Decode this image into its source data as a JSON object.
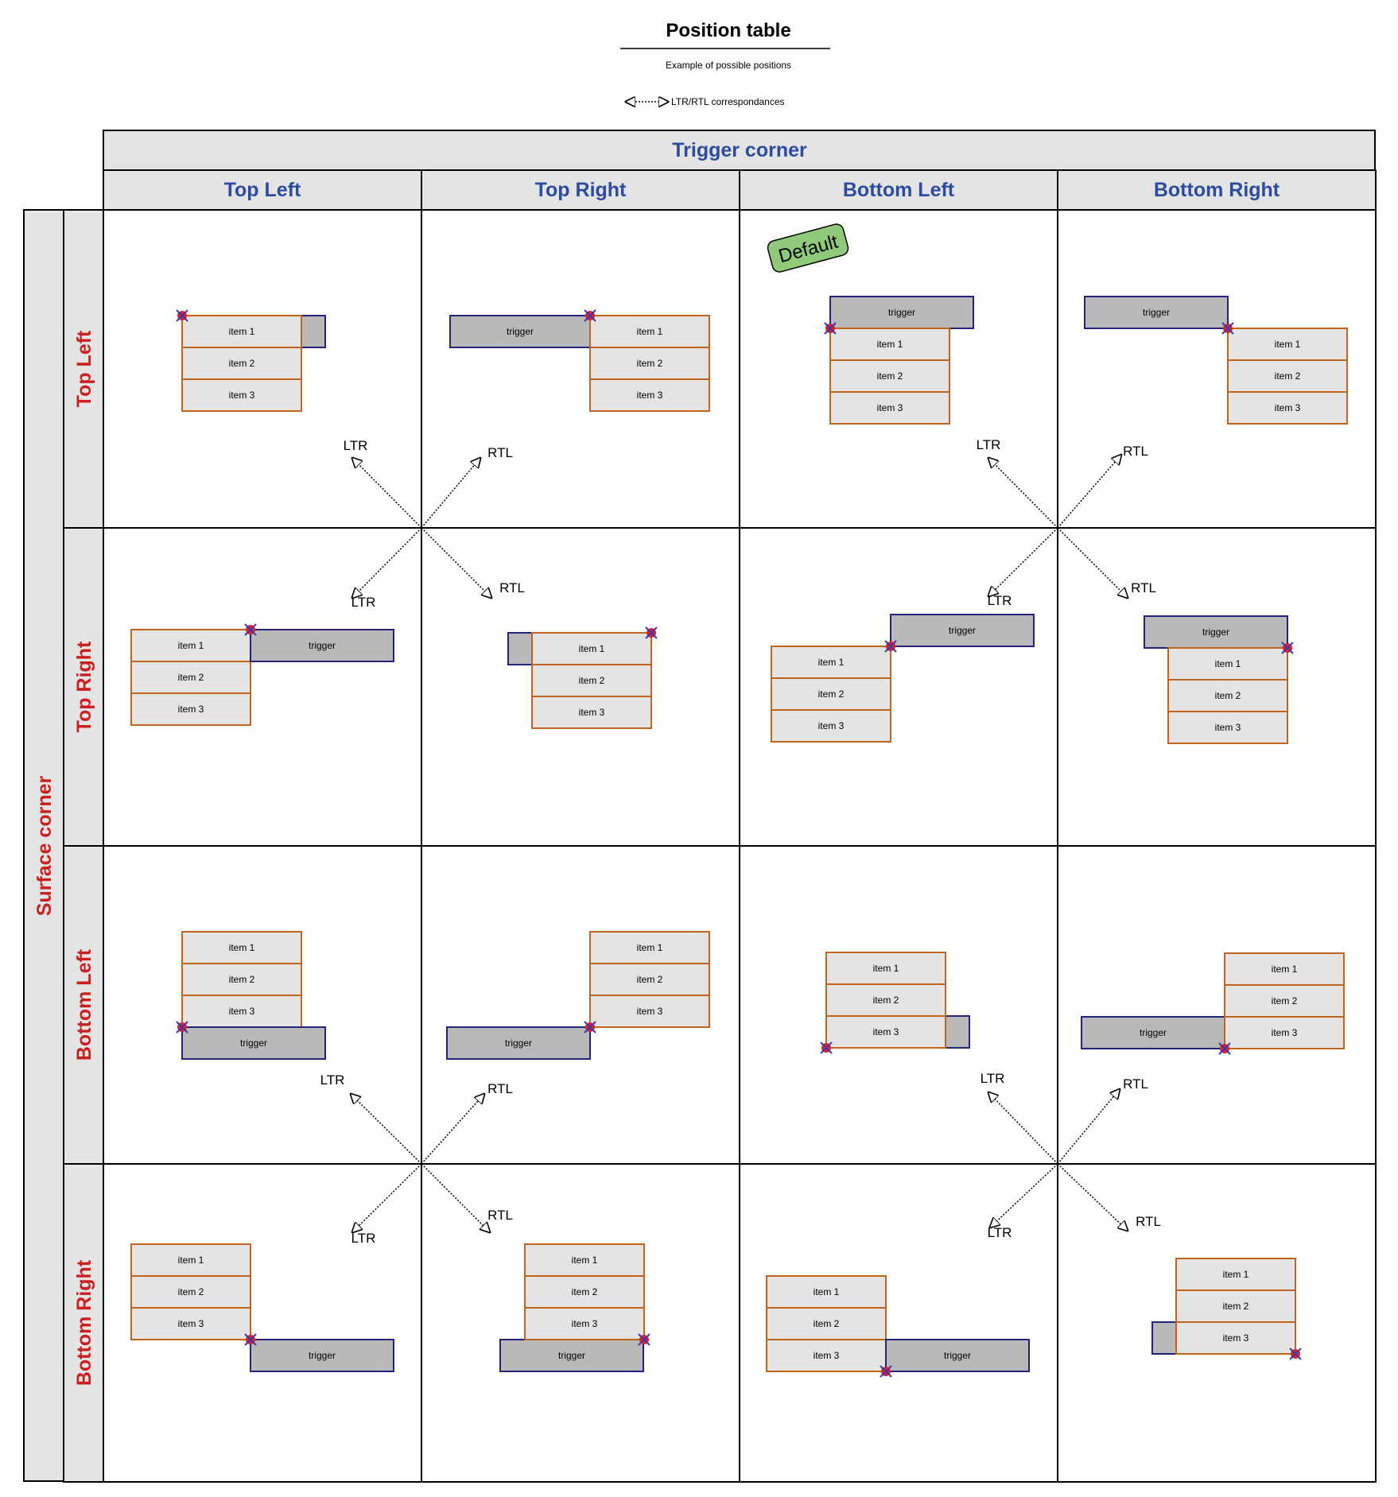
{
  "header": {
    "title": "Position table",
    "subtitle": "Example of possible positions",
    "legend": "LTR/RTL correspondances"
  },
  "trigger_corner": {
    "label": "Trigger corner",
    "columns": [
      "Top Left",
      "Top Right",
      "Bottom Left",
      "Bottom Right"
    ]
  },
  "surface_corner": {
    "label": "Surface corner",
    "rows": [
      "Top Left",
      "Top Right",
      "Bottom Left",
      "Bottom Right"
    ]
  },
  "labels": {
    "item1": "item 1",
    "item2": "item 2",
    "item3": "item 3",
    "trigger": "trigger",
    "ltr": "LTR",
    "rtl": "RTL",
    "default": "Default"
  },
  "colors": {
    "header_bg": "#e4e4e4",
    "header_text": "#2b4c9f",
    "row_text": "#cc1f1f",
    "item_bg": "#e4e4e4",
    "item_border": "#c0651f",
    "trigger_bg": "#b9b9b9",
    "trigger_border": "#23237a",
    "badge_bg": "#8fc97a",
    "anchor_red": "#e0202a",
    "anchor_blue": "#3a3aa8"
  }
}
